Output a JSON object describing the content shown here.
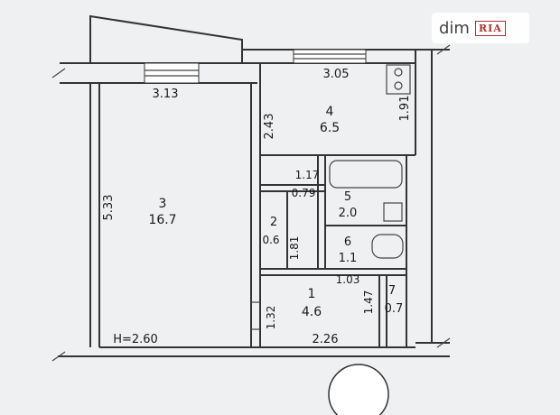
{
  "watermark": {
    "text": "dim",
    "badge": "RIA"
  },
  "rooms": [
    {
      "number": "3",
      "area": "16.7"
    },
    {
      "number": "4",
      "area": "6.5"
    },
    {
      "number": "5",
      "area": "2.0"
    },
    {
      "number": "6",
      "area": "1.1"
    },
    {
      "number": "2",
      "area": "0.6"
    },
    {
      "number": "1",
      "area": "4.6"
    },
    {
      "number": "7",
      "area": "0.7"
    }
  ],
  "dimensions": {
    "d_3_05": "3.05",
    "d_3_13": "3.13",
    "d_2_43": "2.43",
    "d_1_91": "1.91",
    "d_5_33": "5.33",
    "d_1_17": "1.17",
    "d_0_79": "0.79",
    "d_1_81": "1.81",
    "d_1_03": "1.03",
    "d_1_47": "1.47",
    "d_1_32": "1.32",
    "d_2_26": "2.26"
  },
  "ceiling_height": "H=2.60"
}
